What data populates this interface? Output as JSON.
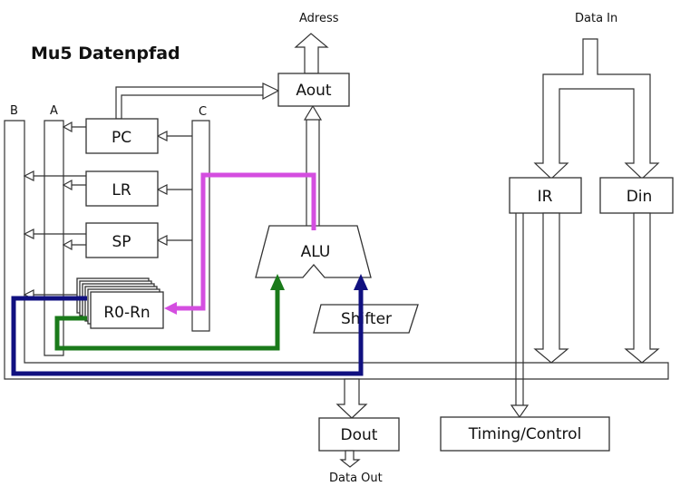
{
  "diagram": {
    "title": "Mu5 Datenpfad",
    "bus_labels": {
      "b": "B",
      "a": "A",
      "c": "C"
    },
    "io_labels": {
      "address": "Adress",
      "data_in": "Data In",
      "data_out": "Data Out"
    },
    "blocks": {
      "aout": "Aout",
      "pc": "PC",
      "lr": "LR",
      "sp": "SP",
      "regs": "R0-Rn",
      "alu": "ALU",
      "shifter": "Shifter",
      "ir": "IR",
      "din": "Din",
      "dout": "Dout",
      "timing": "Timing/Control"
    },
    "colors": {
      "outline": "#333333",
      "magenta_path": "#d44ee0",
      "green_path": "#1a7a1a",
      "navy_path": "#101080"
    }
  }
}
